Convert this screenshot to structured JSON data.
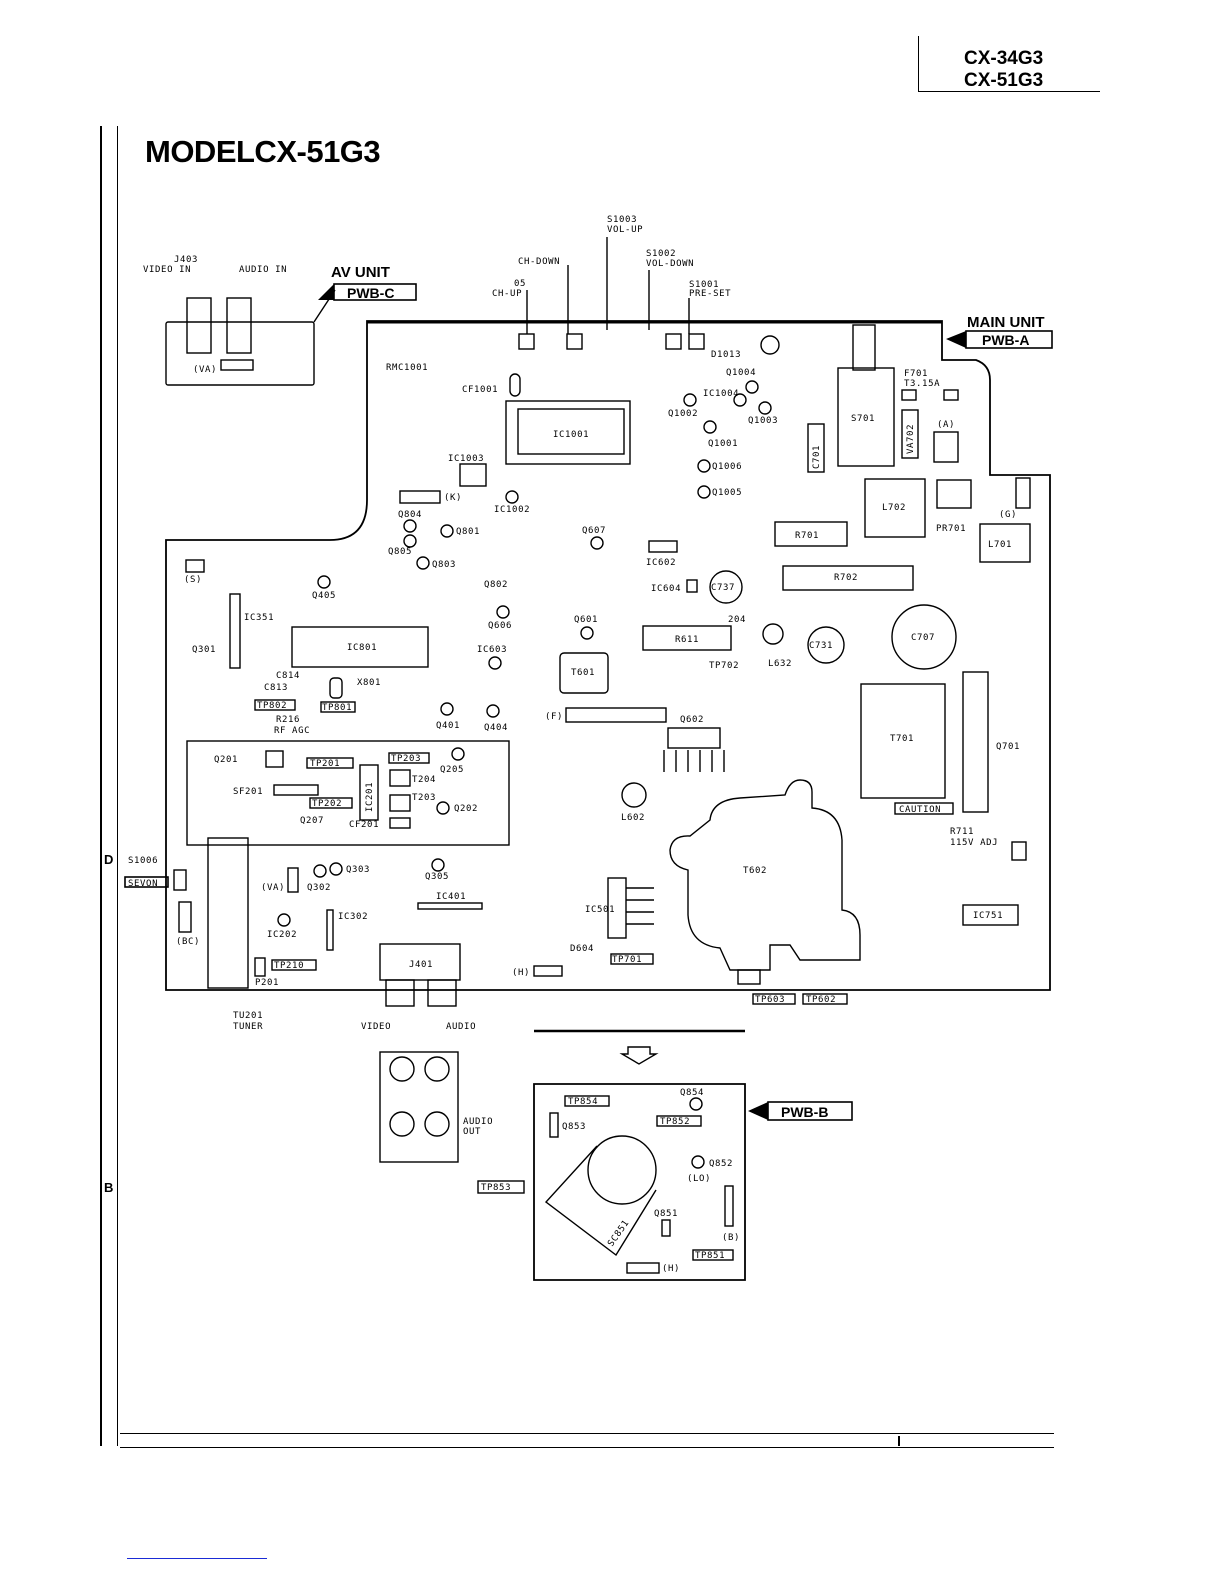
{
  "header": {
    "models": [
      "CX-34G3",
      "CX-51G3"
    ],
    "title": "MODELCX-51G3"
  },
  "margin_marks": [
    "D",
    "B"
  ],
  "units": {
    "av": {
      "name": "AV UNIT",
      "board": "PWB-C"
    },
    "main": {
      "name": "MAIN UNIT",
      "board": "PWB-A"
    },
    "crt": {
      "board": "PWB-B"
    }
  },
  "top_labels": {
    "j403": "J403",
    "video_in": "VIDEO IN",
    "audio_in": "AUDIO IN",
    "va_av": "(VA)",
    "s1003": "S1003",
    "vol_up": "VOL-UP",
    "s1002": "S1002",
    "vol_down": "VOL-DOWN",
    "ch_down": "CH-DOWN",
    "s05": "05",
    "ch_up": "CH-UP",
    "s1001": "S1001",
    "pre_set": "PRE-SET"
  },
  "components": {
    "RMC1001": "RMC1001",
    "CF1001": "CF1001",
    "IC1001": "IC1001",
    "IC1003": "IC1003",
    "K": "(K)",
    "IC1002": "IC1002",
    "Q804": "Q804",
    "Q801": "Q801",
    "Q805": "Q805",
    "Q803": "Q803",
    "Q607": "Q607",
    "Q802": "Q802",
    "IC602": "IC602",
    "IC604": "IC604",
    "C737": "C737",
    "D1013": "D1013",
    "Q1004": "Q1004",
    "IC1004": "IC1004",
    "Q1002": "Q1002",
    "Q1003": "Q1003",
    "Q1001": "Q1001",
    "Q1006": "Q1006",
    "Q1005": "Q1005",
    "F701": "F701",
    "T315A": "T3.15A",
    "S701": "S701",
    "VA702": "VA702",
    "A": "(A)",
    "C701": "C701",
    "L702": "L702",
    "PR701": "PR701",
    "G": "(G)",
    "L701": "L701",
    "R701": "R701",
    "R702": "R702",
    "S": "(S)",
    "Q405": "Q405",
    "IC351": "IC351",
    "Q301": "Q301",
    "IC801": "IC801",
    "Q606": "Q606",
    "IC603": "IC603",
    "Q601": "Q601",
    "R611": "R611",
    "n204": "204",
    "C731": "C731",
    "C707": "C707",
    "L632": "L632",
    "TP702": "TP702",
    "T601": "T601",
    "C814": "C814",
    "C813": "C813",
    "X801": "X801",
    "TP802": "TP802",
    "TP801": "TP801",
    "R216": "R216",
    "RF_AGC": "RF AGC",
    "Q401": "Q401",
    "Q404": "Q404",
    "F": "(F)",
    "Q602": "Q602",
    "T701": "T701",
    "Q701": "Q701",
    "Q201": "Q201",
    "TP201": "TP201",
    "TP203": "TP203",
    "Q205": "Q205",
    "T204": "T204",
    "IC201": "IC201",
    "SF201": "SF201",
    "TP202": "TP202",
    "T203": "T203",
    "Q202": "Q202",
    "Q207": "Q207",
    "CF201": "CF201",
    "L602": "L602",
    "CAUTION": "CAUTION",
    "R711": "R711",
    "ADJ115": "115V ADJ",
    "S1006": "S1006",
    "SEVON": "SEVON",
    "Q303": "Q303",
    "VA": "(VA)",
    "Q302": "Q302",
    "Q305": "Q305",
    "IC401": "IC401",
    "T602": "T602",
    "BC": "(BC)",
    "IC302": "IC302",
    "IC202": "IC202",
    "IC501": "IC501",
    "IC751": "IC751",
    "D604": "D604",
    "TP701": "TP701",
    "J401": "J401",
    "H": "(H)",
    "TP210": "TP210",
    "P201": "P201",
    "TP603": "TP603",
    "TP602": "TP602",
    "TU201": "TU201",
    "TUNER": "TUNER",
    "VIDEO": "VIDEO",
    "AUDIO": "AUDIO"
  },
  "audio_out": {
    "l1": "AUDIO",
    "l2": "OUT"
  },
  "crt_board": {
    "TP854": "TP854",
    "Q854": "Q854",
    "Q853": "Q853",
    "TP852": "TP852",
    "Q852": "Q852",
    "LO": "(LO)",
    "TP853": "TP853",
    "SC851": "SC851",
    "Q851": "Q851",
    "B": "(B)",
    "TP851": "TP851",
    "H": "(H)"
  }
}
